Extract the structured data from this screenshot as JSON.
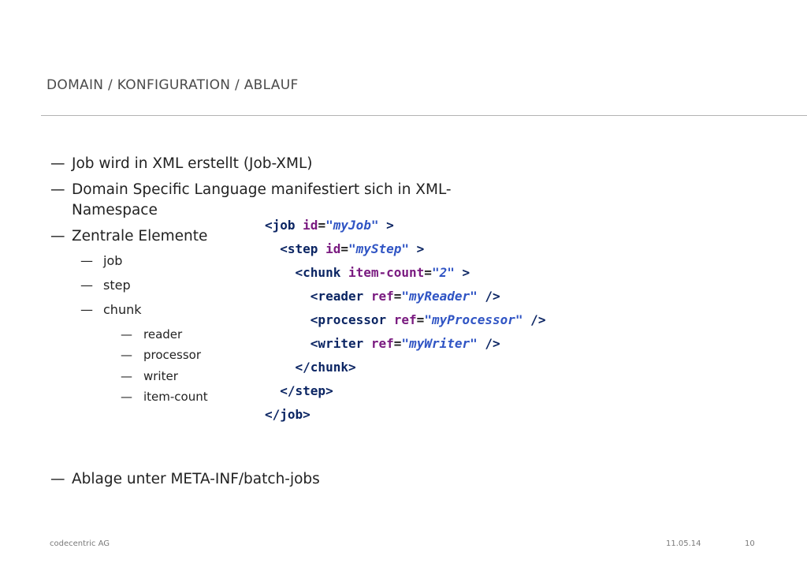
{
  "slide": {
    "title": "DOMAIN / KONFIGURATION / ABLAUF",
    "bullet_marker": "—",
    "bullets": [
      {
        "text": "Job wird in XML erstellt (Job-XML)"
      },
      {
        "text_line1": "Domain Specific Language manifestiert sich in XML-",
        "text_line2": "Namespace"
      },
      {
        "text": "Zentrale Elemente",
        "children": [
          {
            "text": "job"
          },
          {
            "text": "step"
          },
          {
            "text": "chunk",
            "children": [
              {
                "text": "reader"
              },
              {
                "text": "processor"
              },
              {
                "text": "writer"
              },
              {
                "text": "item-count"
              }
            ]
          }
        ]
      },
      {
        "text": "Ablage unter META-INF/batch-jobs"
      }
    ]
  },
  "code": {
    "colors": {
      "tag": "#0b2563",
      "attribute": "#7a1b80",
      "value": "#2f54c4"
    },
    "lines": [
      {
        "indent": "",
        "tag": "<job",
        "attr": "id",
        "eq": "=",
        "value": "\"myJob\"",
        "close": " >"
      },
      {
        "indent": "  ",
        "tag": "<step",
        "attr": "id",
        "eq": "=",
        "value": "\"myStep\"",
        "close": " >"
      },
      {
        "indent": "    ",
        "tag": "<chunk",
        "attr": "item-count",
        "eq": "=",
        "value": "\"2\"",
        "close": " >"
      },
      {
        "indent": "      ",
        "tag": "<reader",
        "attr": "ref",
        "eq": "=",
        "value": "\"myReader\"",
        "close": " />"
      },
      {
        "indent": "      ",
        "tag": "<processor",
        "attr": "ref",
        "eq": "=",
        "value": "\"myProcessor\"",
        "close": " />"
      },
      {
        "indent": "      ",
        "tag": "<writer",
        "attr": "ref",
        "eq": "=",
        "value": "\"myWriter\"",
        "close": " />"
      },
      {
        "indent": "    ",
        "tag": "</chunk>",
        "attr": "",
        "eq": "",
        "value": "",
        "close": ""
      },
      {
        "indent": "  ",
        "tag": "</step>",
        "attr": "",
        "eq": "",
        "value": "",
        "close": ""
      },
      {
        "indent": "",
        "tag": "</job>",
        "attr": "",
        "eq": "",
        "value": "",
        "close": ""
      }
    ]
  },
  "footer": {
    "company": "codecentric AG",
    "date": "11.05.14",
    "page_number": "10"
  }
}
